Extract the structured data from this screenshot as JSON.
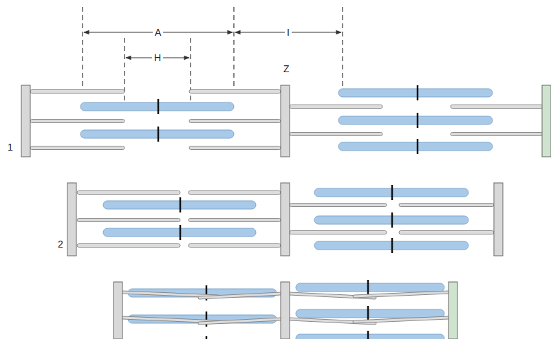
{
  "diagram": {
    "labels": [
      "A",
      "H",
      "I",
      "Z",
      "1",
      "2"
    ]
  }
}
